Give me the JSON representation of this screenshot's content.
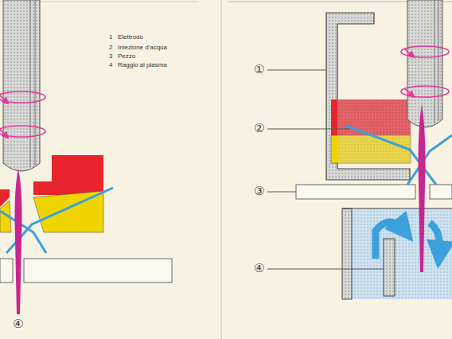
{
  "diagram": {
    "labels": [
      "1",
      "Elettrodo",
      "2",
      "Iniezione d'acqua",
      "3",
      "Pezzo",
      "4",
      "Raggio al plasma",
      "④",
      "①",
      "②",
      "③",
      "④"
    ]
  }
}
